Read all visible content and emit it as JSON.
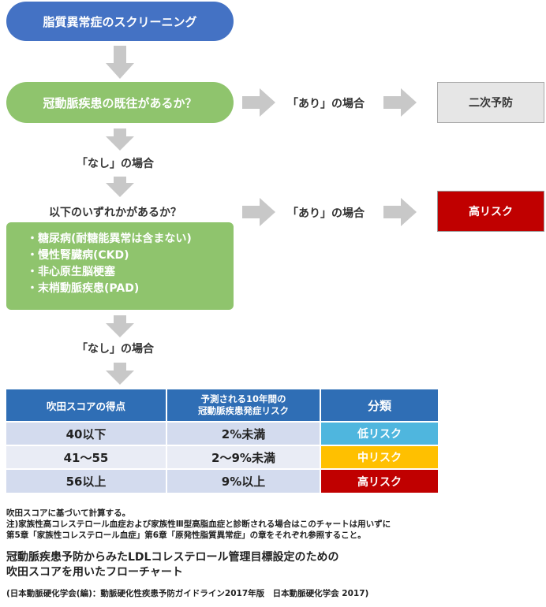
{
  "start": {
    "title": "脂質異常症のスクリーニング"
  },
  "q1": {
    "text": "冠動脈疾患の既往があるか？",
    "yes_label": "「あり」の場合",
    "yes_result": "二次予防",
    "no_label": "「なし」の場合"
  },
  "q2": {
    "text": "以下のいずれかがあるか？",
    "items": [
      "・糖尿病(耐糖能異常は含まない)",
      "・慢性腎臓病(CKD)",
      "・非心原生脳梗塞",
      "・末梢動脈疾患(PAD)"
    ],
    "yes_label": "「あり」の場合",
    "yes_result": "高リスク",
    "no_label": "「なし」の場合"
  },
  "table": {
    "headers": [
      "吹田スコアの得点",
      "予測される10年間の\n冠動脈疾患発症リスク",
      "分類"
    ],
    "rows": [
      {
        "score": "40以下",
        "risk": "2%未満",
        "category": "低リスク",
        "color": "#4fb6de"
      },
      {
        "score": "41〜55",
        "risk": "2〜9%未満",
        "category": "中リスク",
        "color": "#ffc000"
      },
      {
        "score": "56以上",
        "risk": "9%以上",
        "category": "高リスク",
        "color": "#c00000"
      }
    ]
  },
  "notes": [
    "吹田スコアに基づいて計算する。",
    "注)家族性高コレステロール血症および家族性Ⅲ型高脂血症と診断される場合はこのチャートは用いずに",
    "第5章「家族性コレステロール血症」第6章「原発性脂質異常症」の章をそれぞれ参照すること。"
  ],
  "caption": {
    "line1": "冠動脈疾患予防からみたLDLコレステロール管理目標設定のための",
    "line2": "吹田スコアを用いたフローチャート",
    "source": "(日本動脈硬化学会(編)：動脈硬化性疾患予防ガイドライン2017年版　日本動脈硬化学会 2017)"
  },
  "colors": {
    "start": "#4472c4",
    "question": "#8fc46d",
    "arrow": "#c8c8c8",
    "secondary": "#e6e6e6",
    "high_risk": "#c00000",
    "table_header": "#2f6eb5",
    "row_odd": "#d3dbee",
    "row_even": "#e9ecf5"
  }
}
